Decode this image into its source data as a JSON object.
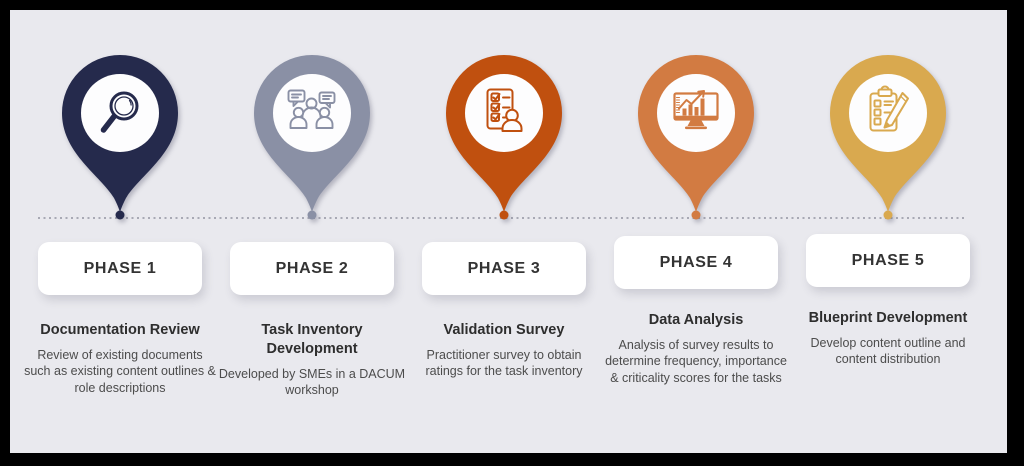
{
  "frame": {
    "outer_bg": "#000000",
    "panel_bg": "#e9e9ee",
    "dot_color": "#a8a9b4"
  },
  "phases": [
    {
      "label": "PHASE 1",
      "title": "Documentation Review",
      "description": "Review of existing documents such as  existing content outlines & role descriptions",
      "pin_color": "#252a4c",
      "icon": "magnifier-icon"
    },
    {
      "label": "PHASE 2",
      "title": "Task Inventory Development",
      "description": "Developed by SMEs in a DACUM workshop",
      "pin_color": "#8a90a5",
      "icon": "discussion-people-icon"
    },
    {
      "label": "PHASE 3",
      "title": "Validation Survey",
      "description": "Practitioner survey to obtain ratings for the task inventory",
      "pin_color": "#c0500f",
      "icon": "checklist-person-icon"
    },
    {
      "label": "PHASE 4",
      "title": "Data Analysis",
      "description": "Analysis of survey results to determine frequency, importance & criticality scores for the tasks",
      "pin_color": "#d27b42",
      "icon": "analytics-monitor-icon"
    },
    {
      "label": "PHASE 5",
      "title": "Blueprint Development",
      "description": "Develop content outline and content distribution",
      "pin_color": "#d9a94f",
      "icon": "clipboard-pencil-icon"
    }
  ]
}
